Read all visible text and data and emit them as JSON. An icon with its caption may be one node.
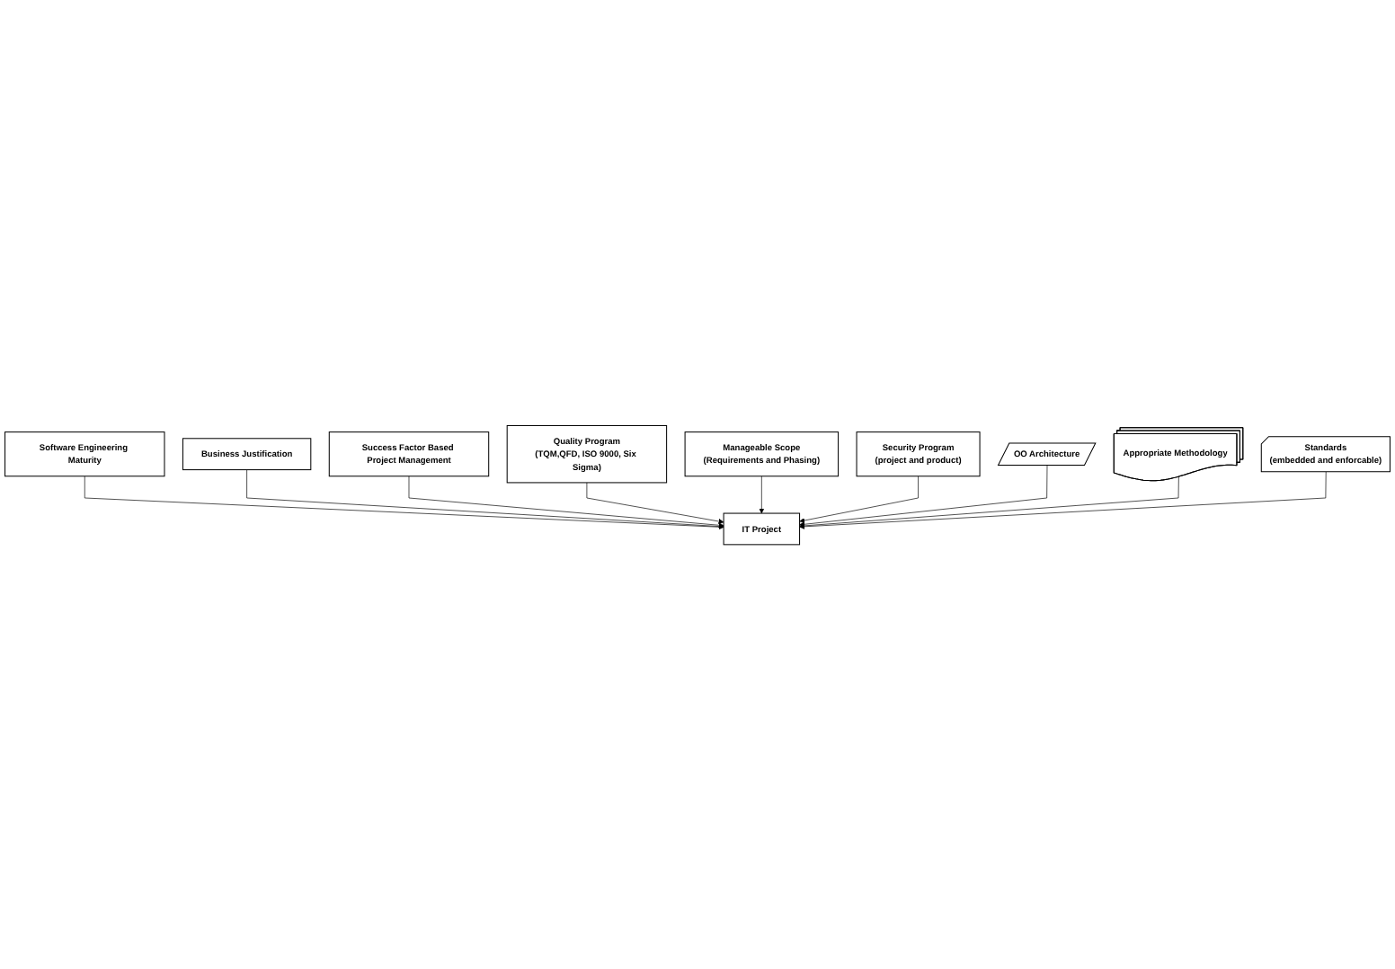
{
  "diagram": {
    "nodes": [
      {
        "text": [
          "Software Engineering Maturity"
        ]
      },
      {
        "text": [
          "Business Justification"
        ]
      },
      {
        "text": [
          "Success Factor Based Project Management"
        ]
      },
      {
        "text": [
          "Quality Program",
          "(TQM,QFD, ISO 9000, Six Sigma)"
        ]
      },
      {
        "text": [
          "Manageable Scope",
          "(Requirements and Phasing)"
        ]
      },
      {
        "text": [
          "IT Project"
        ]
      },
      {
        "text": [
          "Security Program",
          "(project and product)"
        ]
      },
      {
        "text": [
          "OO Architecture"
        ]
      },
      {
        "text": [
          "Appropriate Methodology"
        ]
      },
      {
        "text": [
          "Standards",
          "(embedded and enforcable)"
        ]
      }
    ],
    "edges": [
      {
        "from": 0,
        "to": 5,
        "arrow": "to"
      },
      {
        "from": 1,
        "to": 5,
        "arrow": "to"
      },
      {
        "from": 2,
        "to": 5,
        "arrow": "to"
      },
      {
        "from": 3,
        "to": 5,
        "arrow": "to"
      },
      {
        "from": 4,
        "to": 5,
        "arrow": "to"
      },
      {
        "from": 6,
        "to": 5,
        "arrow": "to"
      },
      {
        "from": 7,
        "to": 5,
        "arrow": "to"
      },
      {
        "from": 8,
        "to": 5,
        "arrow": "to"
      },
      {
        "from": 9,
        "to": 5,
        "arrow": "to"
      }
    ]
  }
}
